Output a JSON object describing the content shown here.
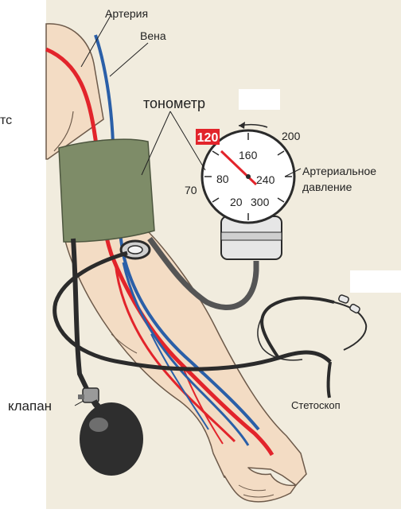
{
  "labels": {
    "artery": "Артерия",
    "vein": "Вена",
    "tonometer": "тонометр",
    "pressure_line1": "Артериальное",
    "pressure_line2": "давление",
    "valve": "клапан",
    "stethoscope": "Стетоскоп",
    "cut_fragment": "тс"
  },
  "gauge": {
    "highlight_value": "120",
    "tick_labels": [
      "70",
      "80",
      "20",
      "160",
      "200",
      "240",
      "300"
    ],
    "highlight_color": "#e2242b"
  },
  "colors": {
    "artery": "#e2242b",
    "vein": "#2a5fa8",
    "skin": "#f3dcc4",
    "cuff": "#7e8c68",
    "panel": "#f1ecde"
  }
}
